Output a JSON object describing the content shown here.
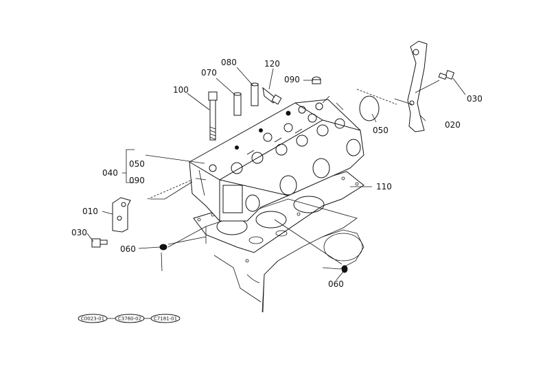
{
  "parts": {
    "p010": "010",
    "p020": "020",
    "p030_left": "030",
    "p030_right": "030",
    "p040": "040",
    "p050_bracket": "050",
    "p050_cap": "050",
    "p060_left": "060",
    "p060_bottom": "060",
    "p070": "070",
    "p080": "080",
    "p090_bracket": "090",
    "p090_top": "090",
    "p100": "100",
    "p110": "110",
    "p120": "120"
  },
  "refs": [
    "C0023-01",
    "C3760-02",
    "C7181-01"
  ]
}
